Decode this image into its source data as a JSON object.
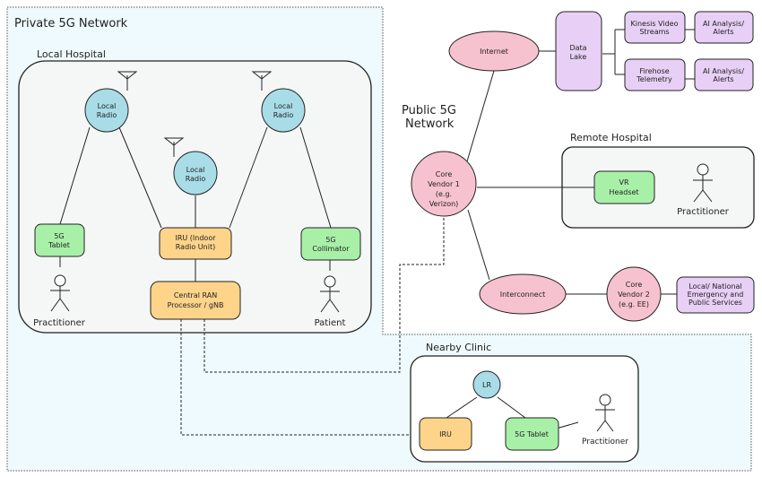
{
  "colors": {
    "private_bg": "#eefafd",
    "hospital_bg": "#f5f6f6",
    "radio": "#a8dde8",
    "device": "#a8f0a8",
    "processor": "#fdd48a",
    "public_core": "#f7c2cf",
    "cloud": "#e7cff5"
  },
  "regions": {
    "private_network": "Private 5G Network",
    "local_hospital": "Local Hospital",
    "public_network": [
      "Public 5G",
      "Network"
    ],
    "remote_hospital": "Remote Hospital",
    "nearby_clinic": "Nearby Clinic"
  },
  "local_hospital": {
    "radio_left": [
      "Local",
      "Radio"
    ],
    "radio_center": [
      "Local",
      "Radio"
    ],
    "radio_right": [
      "Local",
      "Radio"
    ],
    "tablet": [
      "5G",
      "Tablet"
    ],
    "iru": [
      "IRU (Indoor",
      "Radio Unit)"
    ],
    "collimator": [
      "5G",
      "Collimator"
    ],
    "ran": [
      "Central RAN",
      "Processor / gNB"
    ],
    "practitioner": "Practitioner",
    "patient": "Patient"
  },
  "public": {
    "internet": "Internet",
    "data_lake": [
      "Data",
      "Lake"
    ],
    "kinesis": [
      "Kinesis Video",
      "Streams"
    ],
    "firehose": [
      "Firehose",
      "Telemetry"
    ],
    "ai_1": [
      "AI Analysis/",
      "Alerts"
    ],
    "ai_2": [
      "AI Analysis/",
      "Alerts"
    ],
    "core1": [
      "Core",
      "Vendor 1",
      "(e.g.",
      "Verizon)"
    ],
    "interconnect": "Interconnect",
    "core2": [
      "Core",
      "Vendor 2",
      "(e.g. EE)"
    ],
    "emergency": [
      "Local/ National",
      "Emergency and",
      "Public Services"
    ]
  },
  "remote_hospital": {
    "vr": [
      "VR",
      "Headset"
    ],
    "practitioner": "Practitioner"
  },
  "clinic": {
    "lr": "LR",
    "iru": "IRU",
    "tablet": "5G Tablet",
    "practitioner": "Practitioner"
  }
}
